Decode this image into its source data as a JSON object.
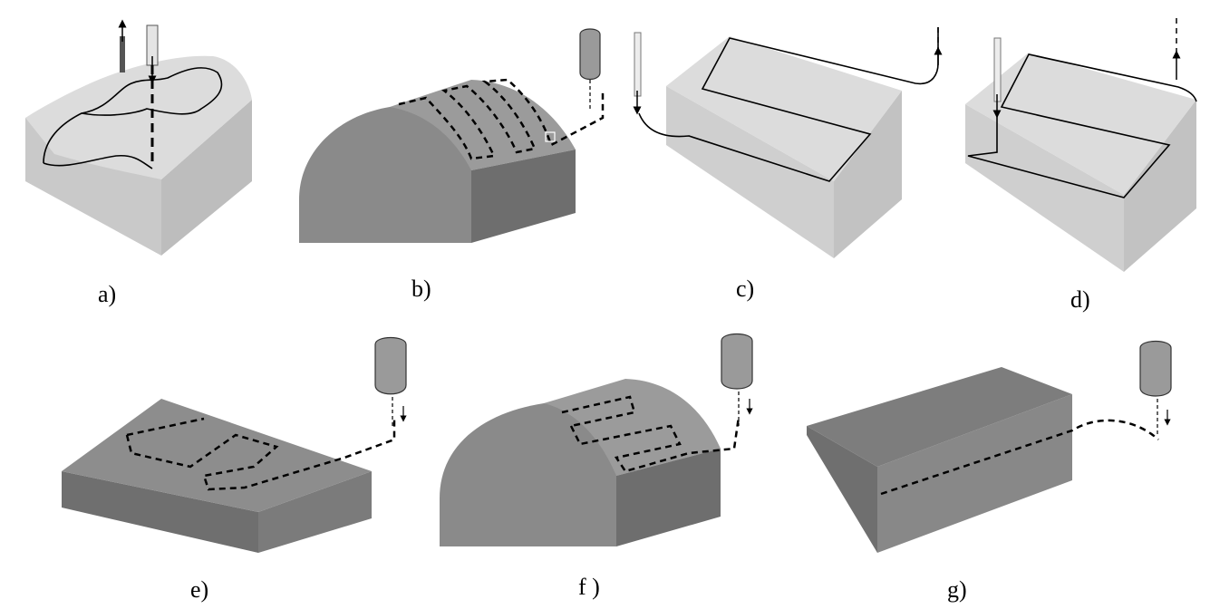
{
  "panels": [
    {
      "id": "a",
      "label": "a)"
    },
    {
      "id": "b",
      "label": "b)"
    },
    {
      "id": "c",
      "label": "c)"
    },
    {
      "id": "d",
      "label": "d)"
    },
    {
      "id": "e",
      "label": "e)"
    },
    {
      "id": "f",
      "label": "f )"
    },
    {
      "id": "g",
      "label": "g)"
    }
  ],
  "colors": {
    "light_top": "#d9d9d9",
    "light_side": "#cccccc",
    "light_front": "#c3c3c3",
    "dark_top": "#8c8c8c",
    "dark_side": "#7a7a7a",
    "dark_front": "#6f6f6f",
    "tool": "#9a9a9a",
    "path": "#000000"
  },
  "icons": [
    "end-mill-tool-icon",
    "retract-arrow-icon",
    "plunge-arrow-icon"
  ]
}
